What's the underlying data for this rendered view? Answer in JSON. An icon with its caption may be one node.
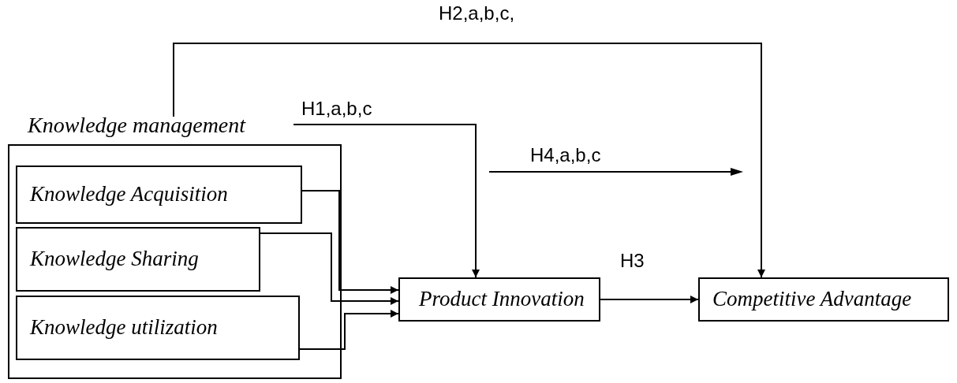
{
  "diagram": {
    "nodes": [
      {
        "text": [
          "Knowledge management"
        ]
      },
      {
        "text": [
          "Knowledge Acquisition"
        ],
        "in": 0
      },
      {
        "text": [
          "Knowledge Sharing"
        ],
        "in": 0
      },
      {
        "text": [
          "Knowledge utilization"
        ],
        "in": 0
      },
      {
        "text": [
          "Product Innovation"
        ]
      },
      {
        "text": [
          "Competitive Advantage"
        ]
      }
    ],
    "edges": [
      {
        "from": 1,
        "to": 4,
        "arrow": "to"
      },
      {
        "from": 2,
        "to": 4,
        "arrow": "to"
      },
      {
        "from": 3,
        "to": 4,
        "arrow": "to"
      },
      {
        "from": 4,
        "to": 5,
        "arrow": "to",
        "label": "H3"
      },
      {
        "from": 0,
        "to": 4,
        "arrow": "to",
        "label": "H1,a,b,c"
      },
      {
        "from": 0,
        "to": 5,
        "arrow": "to",
        "label": "H2,a,b,c,"
      }
    ],
    "labels": [
      "H4,a,b,c"
    ]
  }
}
